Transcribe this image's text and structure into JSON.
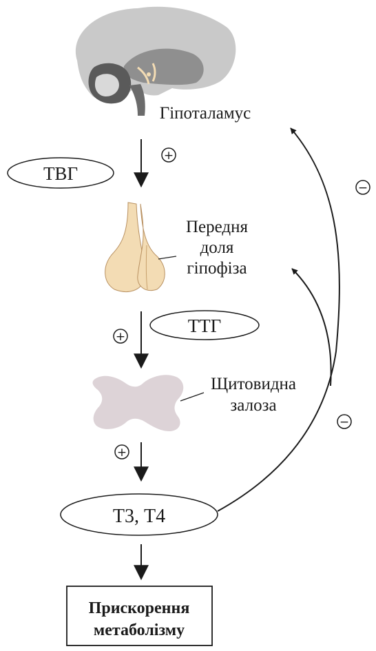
{
  "labels": {
    "hypothalamus": "Гіпоталамус",
    "tbg": "ТВГ",
    "pituitary_line1": "Передня",
    "pituitary_line2": "доля",
    "pituitary_line3": "гіпофіза",
    "ttg": "ТТГ",
    "thyroid_line1": "Щитовидна",
    "thyroid_line2": "залоза",
    "hormones": "Т3, Т4",
    "outcome_line1": "Прискорення",
    "outcome_line2": "метаболізму"
  },
  "signs": {
    "stimulate_1": "+",
    "stimulate_2": "+",
    "stimulate_3": "+",
    "inhibit_hypothalamus": "−",
    "inhibit_pituitary": "−"
  },
  "colors": {
    "pituitary_fill": "#f3dcb4",
    "thyroid_fill": "#ddd3d7",
    "brain_fill": "#c9c9c9",
    "stroke": "#1a1a1a"
  }
}
